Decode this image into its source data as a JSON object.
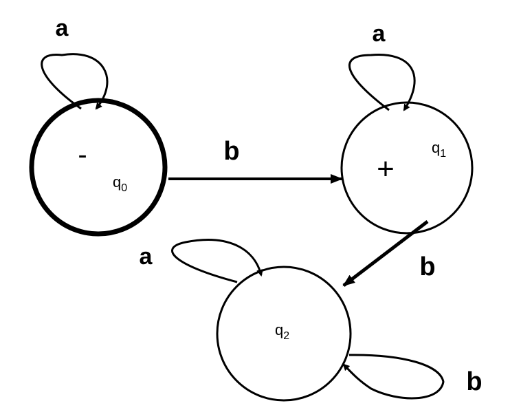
{
  "states": [
    {
      "id": "q0",
      "name": "q",
      "sub": "0",
      "sign": "-"
    },
    {
      "id": "q1",
      "name": "q",
      "sub": "1",
      "sign": "+"
    },
    {
      "id": "q2",
      "name": "q",
      "sub": "2",
      "sign": ""
    }
  ],
  "transitions": [
    {
      "from": "q0",
      "to": "q0",
      "label": "a"
    },
    {
      "from": "q0",
      "to": "q1",
      "label": "b"
    },
    {
      "from": "q1",
      "to": "q1",
      "label": "a"
    },
    {
      "from": "q1",
      "to": "q2",
      "label": "b"
    },
    {
      "from": "q2",
      "to": "q2",
      "label": "a"
    },
    {
      "from": "q2",
      "to": "q2",
      "label": "b"
    }
  ]
}
